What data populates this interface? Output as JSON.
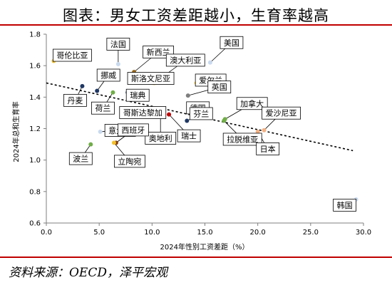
{
  "title": "图表：男女工资差距越小，生育率越高",
  "source": "资料来源：OECD，泽平宏观",
  "chart_data": {
    "type": "scatter",
    "xlabel": "2024年性别工资差距（%）",
    "ylabel": "2024年总和生育率",
    "xlim": [
      0.0,
      30.0
    ],
    "ylim": [
      0.6,
      1.8
    ],
    "xticks": [
      "0.0",
      "5.0",
      "10.0",
      "15.0",
      "20.0",
      "25.0",
      "30.0"
    ],
    "yticks": [
      "0.6",
      "0.8",
      "1.0",
      "1.2",
      "1.4",
      "1.6",
      "1.8"
    ],
    "trendline": {
      "style": "dashed",
      "x": [
        0.0,
        29.0
      ],
      "y": [
        1.49,
        1.06
      ]
    },
    "points": [
      {
        "name": "哥伦比亚",
        "x": 0.7,
        "y": 1.63,
        "color": "#f2c12e"
      },
      {
        "name": "法国",
        "x": 6.8,
        "y": 1.61,
        "color": "#c9d9ee"
      },
      {
        "name": "新西兰",
        "x": 8.3,
        "y": 1.56,
        "color": "#9a6a1c"
      },
      {
        "name": "澳大利亚",
        "x": 10.2,
        "y": 1.49,
        "color": "#f2c12e"
      },
      {
        "name": "美国",
        "x": 15.5,
        "y": 1.62,
        "color": "#c9d9ee"
      },
      {
        "name": "斯洛文尼亚",
        "x": 8.8,
        "y": 1.51,
        "color": "#c9d9ee"
      },
      {
        "name": "爱尔兰",
        "x": 14.2,
        "y": 1.49,
        "color": "#f2c12e"
      },
      {
        "name": "挪威",
        "x": 4.8,
        "y": 1.44,
        "color": "#1f3864"
      },
      {
        "name": "丹麦",
        "x": 3.4,
        "y": 1.47,
        "color": "#1f3864"
      },
      {
        "name": "荷兰",
        "x": 6.3,
        "y": 1.43,
        "color": "#70ad47"
      },
      {
        "name": "瑞典",
        "x": 7.7,
        "y": 1.43,
        "color": "#1f3864"
      },
      {
        "name": "英国",
        "x": 13.4,
        "y": 1.41,
        "color": "#7f7f7f"
      },
      {
        "name": "德国",
        "x": 13.8,
        "y": 1.35,
        "color": "#843c0c"
      },
      {
        "name": "哥斯达黎加",
        "x": 7.5,
        "y": 1.32,
        "color": "#70ad47"
      },
      {
        "name": "奥地利",
        "x": 10.8,
        "y": 1.32,
        "color": "#1f3864"
      },
      {
        "name": "芬兰",
        "x": 13.3,
        "y": 1.25,
        "color": "#1f3864"
      },
      {
        "name": "瑞士",
        "x": 11.6,
        "y": 1.29,
        "color": "#c00000"
      },
      {
        "name": "加拿大",
        "x": 16.9,
        "y": 1.26,
        "color": "#70ad47"
      },
      {
        "name": "拉脱维亚",
        "x": 16.8,
        "y": 1.25,
        "color": "#70ad47"
      },
      {
        "name": "爱沙尼亚",
        "x": 20.6,
        "y": 1.19,
        "color": "#f4b183"
      },
      {
        "name": "日本",
        "x": 20.0,
        "y": 1.18,
        "color": "#f4b183"
      },
      {
        "name": "意大利",
        "x": 5.1,
        "y": 1.18,
        "color": "#c9d9ee"
      },
      {
        "name": "波兰",
        "x": 4.2,
        "y": 1.1,
        "color": "#70ad47"
      },
      {
        "name": "西班牙",
        "x": 6.6,
        "y": 1.11,
        "color": "#843c0c"
      },
      {
        "name": "立陶宛",
        "x": 6.4,
        "y": 1.11,
        "color": "#f2c12e"
      },
      {
        "name": "韩国",
        "x": 29.3,
        "y": 0.75,
        "color": "#c9d9ee"
      }
    ]
  }
}
